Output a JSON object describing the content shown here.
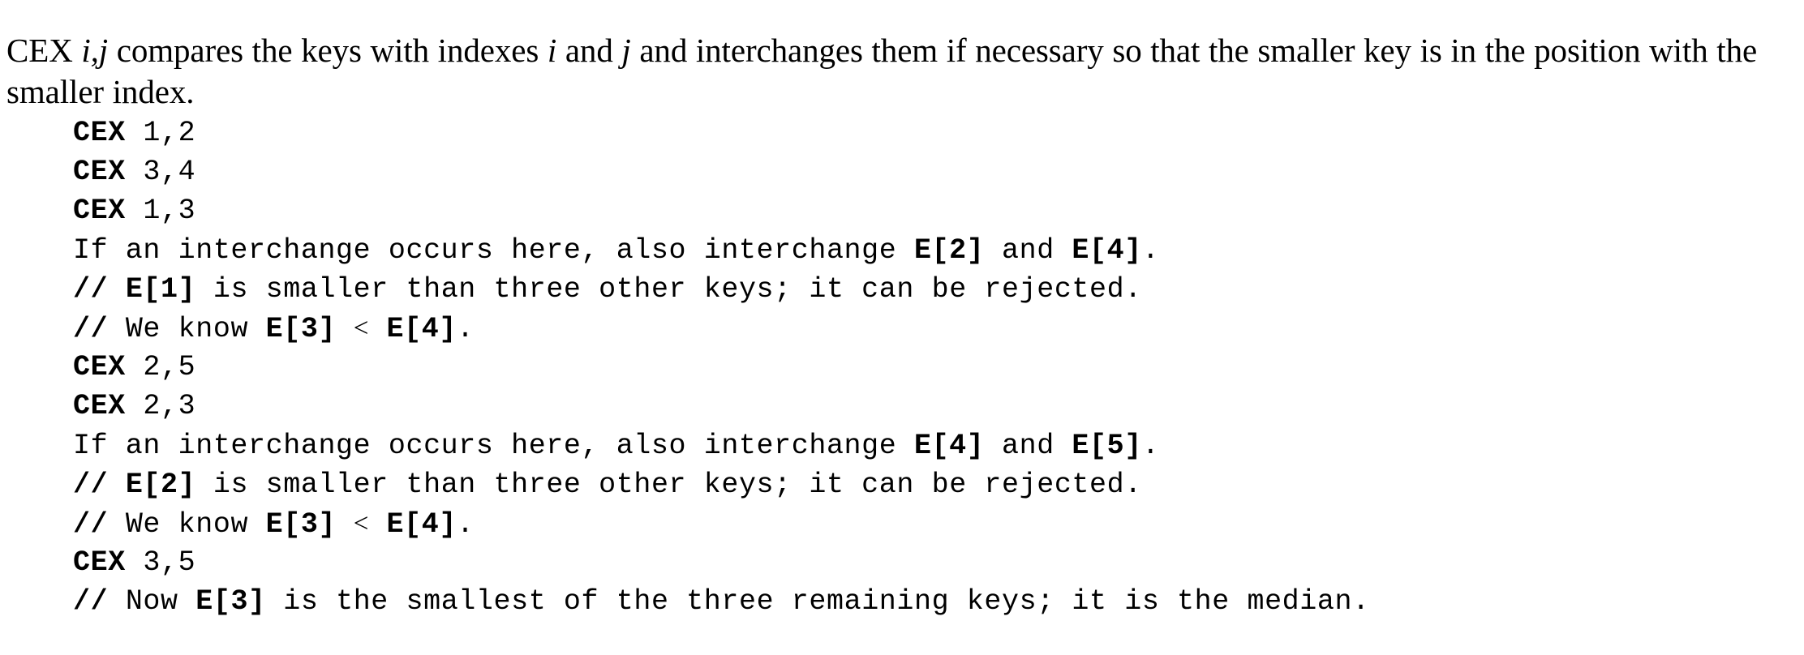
{
  "intro": {
    "segments": [
      {
        "text": "CEX ",
        "style": "roman"
      },
      {
        "text": "i,j",
        "style": "italic"
      },
      {
        "text": " compares the keys with indexes ",
        "style": "roman"
      },
      {
        "text": "i",
        "style": "italic"
      },
      {
        "text": " and ",
        "style": "roman"
      },
      {
        "text": "j",
        "style": "italic"
      },
      {
        "text": " and interchanges them if necessary so that the smaller key is in the position with the smaller index.",
        "style": "roman"
      }
    ],
    "plain_text": "CEX i,j compares the keys with indexes i and j and interchanges them if necessary so that the smaller key is in the position with the smaller index."
  },
  "code_block": {
    "lines": [
      {
        "plain": "CEX 1,2",
        "tokens": [
          {
            "t": "CEX",
            "k": "kw"
          },
          {
            "t": " 1,2",
            "k": "plain"
          }
        ]
      },
      {
        "plain": "CEX 3,4",
        "tokens": [
          {
            "t": "CEX",
            "k": "kw"
          },
          {
            "t": " 3,4",
            "k": "plain"
          }
        ]
      },
      {
        "plain": "CEX 1,3",
        "tokens": [
          {
            "t": "CEX",
            "k": "kw"
          },
          {
            "t": " 1,3",
            "k": "plain"
          }
        ]
      },
      {
        "plain": "If an interchange occurs here, also interchange E[2] and E[4].",
        "tokens": [
          {
            "t": "If an interchange occurs here, also interchange ",
            "k": "plain"
          },
          {
            "t": "E[2]",
            "k": "arr"
          },
          {
            "t": " and ",
            "k": "plain"
          },
          {
            "t": "E[4]",
            "k": "arr"
          },
          {
            "t": ".",
            "k": "plain"
          }
        ]
      },
      {
        "plain": "// E[1] is smaller than three other keys; it can be rejected.",
        "tokens": [
          {
            "t": "//",
            "k": "cmt"
          },
          {
            "t": " ",
            "k": "plain"
          },
          {
            "t": "E[1]",
            "k": "arr"
          },
          {
            "t": " is smaller than three other keys; it can be rejected.",
            "k": "plain"
          }
        ]
      },
      {
        "plain": "// We know E[3] < E[4].",
        "tokens": [
          {
            "t": "//",
            "k": "cmt"
          },
          {
            "t": " We know ",
            "k": "plain"
          },
          {
            "t": "E[3]",
            "k": "arr"
          },
          {
            "t": " ",
            "k": "plain"
          },
          {
            "t": "<",
            "k": "lt"
          },
          {
            "t": " ",
            "k": "plain"
          },
          {
            "t": "E[4]",
            "k": "arr"
          },
          {
            "t": ".",
            "k": "plain"
          }
        ]
      },
      {
        "plain": "CEX 2,5",
        "tokens": [
          {
            "t": "CEX",
            "k": "kw"
          },
          {
            "t": " 2,5",
            "k": "plain"
          }
        ]
      },
      {
        "plain": "CEX 2,3",
        "tokens": [
          {
            "t": "CEX",
            "k": "kw"
          },
          {
            "t": " 2,3",
            "k": "plain"
          }
        ]
      },
      {
        "plain": "If an interchange occurs here, also interchange E[4] and E[5].",
        "tokens": [
          {
            "t": "If an interchange occurs here, also interchange ",
            "k": "plain"
          },
          {
            "t": "E[4]",
            "k": "arr"
          },
          {
            "t": " and ",
            "k": "plain"
          },
          {
            "t": "E[5]",
            "k": "arr"
          },
          {
            "t": ".",
            "k": "plain"
          }
        ]
      },
      {
        "plain": "// E[2] is smaller than three other keys; it can be rejected.",
        "tokens": [
          {
            "t": "//",
            "k": "cmt"
          },
          {
            "t": " ",
            "k": "plain"
          },
          {
            "t": "E[2]",
            "k": "arr"
          },
          {
            "t": " is smaller than three other keys; it can be rejected.",
            "k": "plain"
          }
        ]
      },
      {
        "plain": "// We know E[3] < E[4].",
        "tokens": [
          {
            "t": "//",
            "k": "cmt"
          },
          {
            "t": " We know ",
            "k": "plain"
          },
          {
            "t": "E[3]",
            "k": "arr"
          },
          {
            "t": " ",
            "k": "plain"
          },
          {
            "t": "<",
            "k": "lt"
          },
          {
            "t": " ",
            "k": "plain"
          },
          {
            "t": "E[4]",
            "k": "arr"
          },
          {
            "t": ".",
            "k": "plain"
          }
        ]
      },
      {
        "plain": "CEX 3,5",
        "tokens": [
          {
            "t": "CEX",
            "k": "kw"
          },
          {
            "t": " 3,5",
            "k": "plain"
          }
        ]
      },
      {
        "plain": "// Now E[3] is the smallest of the three remaining keys; it is the median.",
        "tokens": [
          {
            "t": "//",
            "k": "cmt"
          },
          {
            "t": " Now ",
            "k": "plain"
          },
          {
            "t": "E[3]",
            "k": "arr"
          },
          {
            "t": " is the smallest of the three remaining keys; it is the median.",
            "k": "plain"
          }
        ]
      }
    ]
  },
  "colors": {
    "background": "#ffffff",
    "text": "#000000"
  }
}
